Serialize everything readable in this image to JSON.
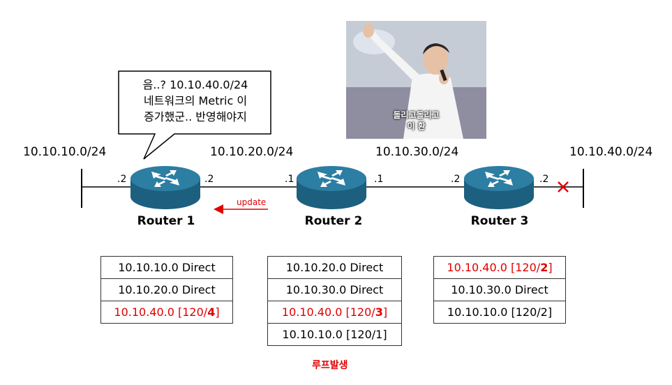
{
  "networks": {
    "net1": "10.10.10.0/24",
    "net2": "10.10.20.0/24",
    "net3": "10.10.30.0/24",
    "net4": "10.10.40.0/24"
  },
  "interfaces": {
    "r1_left": ".2",
    "r1_right": ".2",
    "r2_left": ".1",
    "r2_right": ".1",
    "r3_left": ".2",
    "r3_right": ".2"
  },
  "routers": {
    "r1": "Router 1",
    "r2": "Router 2",
    "r3": "Router 3"
  },
  "bubble": {
    "line1": "음..? 10.10.40.0/24",
    "line2": "네트워크의 Metric 이",
    "line3": "증가했군.. 반영해야지"
  },
  "photo": {
    "caption_line1": "돌리고돌리고",
    "caption_line2": "이 환"
  },
  "update_label": "update",
  "loop_label": "루프발생",
  "tables": {
    "r1": [
      {
        "prefix": "10.10.10.0 Direct",
        "suffix": "",
        "bold": "",
        "end": "",
        "highlight": false
      },
      {
        "prefix": "10.10.20.0 Direct",
        "suffix": "",
        "bold": "",
        "end": "",
        "highlight": false
      },
      {
        "prefix": "10.10.40.0 [120/",
        "bold": "4",
        "end": "]",
        "highlight": true
      }
    ],
    "r2": [
      {
        "prefix": "10.10.20.0 Direct",
        "bold": "",
        "end": "",
        "highlight": false
      },
      {
        "prefix": "10.10.30.0 Direct",
        "bold": "",
        "end": "",
        "highlight": false
      },
      {
        "prefix": "10.10.40.0 [120/",
        "bold": "3",
        "end": "]",
        "highlight": true
      },
      {
        "prefix": "10.10.10.0 [120/1]",
        "bold": "",
        "end": "",
        "highlight": false
      }
    ],
    "r3": [
      {
        "prefix": "10.10.40.0 [120/",
        "bold": "2",
        "end": "]",
        "highlight": true
      },
      {
        "prefix": "10.10.30.0 Direct",
        "bold": "",
        "end": "",
        "highlight": false
      },
      {
        "prefix": "10.10.10.0 [120/2]",
        "bold": "",
        "end": "",
        "highlight": false
      }
    ]
  },
  "colors": {
    "router_body": "#1d5f7e",
    "router_top": "#2c7ea3",
    "alert_red": "#e00000"
  }
}
